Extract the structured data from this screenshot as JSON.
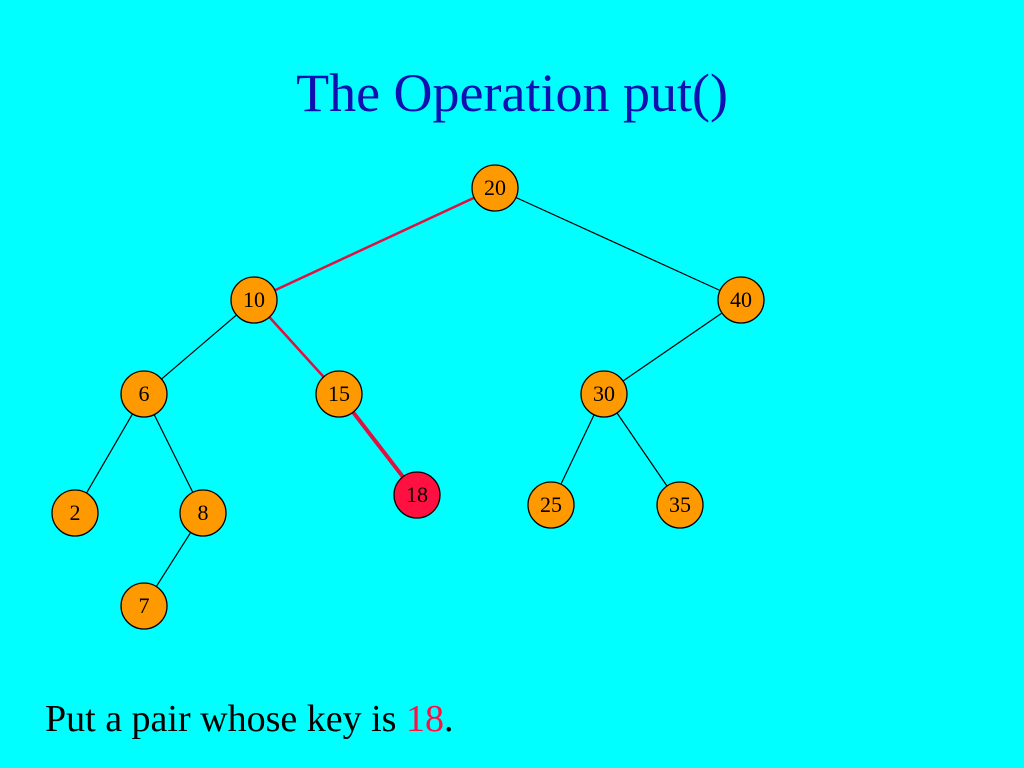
{
  "colors": {
    "background": "#00ffff",
    "title": "#1010b0",
    "node_fill": "#ff9900",
    "node_stroke": "#000000",
    "highlight": "#ff1040",
    "path_edge": "#e01040",
    "edge": "#000000",
    "text": "#000000"
  },
  "slide": {
    "title": "The Operation put()",
    "caption": {
      "prefix": "Put a pair whose key is ",
      "key": "18",
      "suffix": "."
    }
  },
  "tree": {
    "nodes": [
      {
        "id": "n20",
        "key": "20",
        "highlighted": false
      },
      {
        "id": "n10",
        "key": "10",
        "highlighted": false
      },
      {
        "id": "n40",
        "key": "40",
        "highlighted": false
      },
      {
        "id": "n6",
        "key": "6",
        "highlighted": false
      },
      {
        "id": "n15",
        "key": "15",
        "highlighted": false
      },
      {
        "id": "n30",
        "key": "30",
        "highlighted": false
      },
      {
        "id": "n2",
        "key": "2",
        "highlighted": false
      },
      {
        "id": "n8",
        "key": "8",
        "highlighted": false
      },
      {
        "id": "n18",
        "key": "18",
        "highlighted": true
      },
      {
        "id": "n25",
        "key": "25",
        "highlighted": false
      },
      {
        "id": "n35",
        "key": "35",
        "highlighted": false
      },
      {
        "id": "n7",
        "key": "7",
        "highlighted": false
      }
    ],
    "edges": [
      {
        "from": "n20",
        "to": "n10",
        "on_path": true
      },
      {
        "from": "n20",
        "to": "n40",
        "on_path": false
      },
      {
        "from": "n10",
        "to": "n6",
        "on_path": false
      },
      {
        "from": "n10",
        "to": "n15",
        "on_path": true
      },
      {
        "from": "n40",
        "to": "n30",
        "on_path": false
      },
      {
        "from": "n6",
        "to": "n2",
        "on_path": false
      },
      {
        "from": "n6",
        "to": "n8",
        "on_path": false
      },
      {
        "from": "n8",
        "to": "n7",
        "on_path": false
      },
      {
        "from": "n15",
        "to": "n18",
        "on_path": true
      },
      {
        "from": "n30",
        "to": "n25",
        "on_path": false
      },
      {
        "from": "n30",
        "to": "n35",
        "on_path": false
      }
    ]
  }
}
